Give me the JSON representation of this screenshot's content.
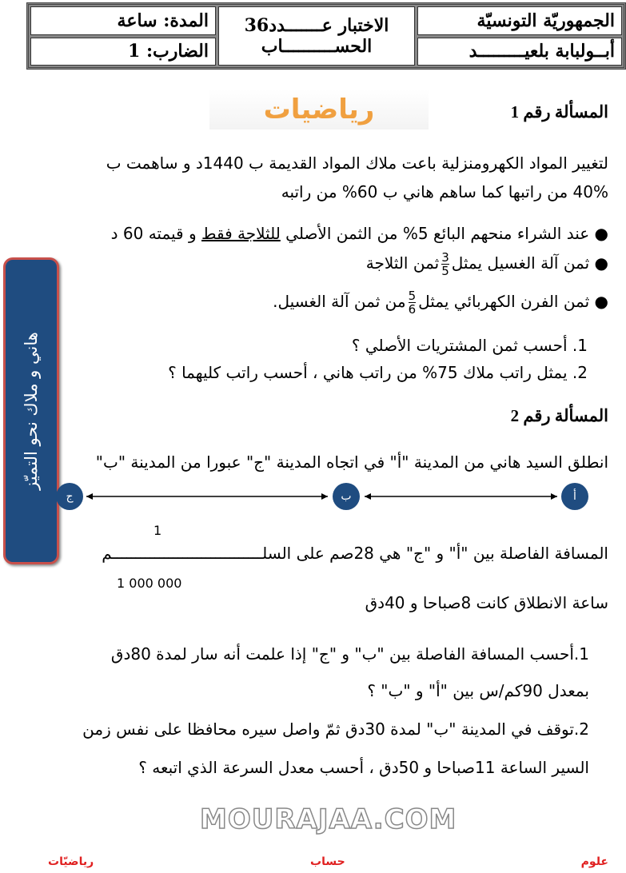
{
  "header": {
    "country": "الجمهوريّة التونسيّة",
    "school": "أبــولبابة بلعيـــــــــد",
    "exam_title": "الاختبار عـــــــدد36",
    "exam_subject": "الحســــــــــاب",
    "duration": "المدة: ساعة",
    "coefficient": "الضارب: 1"
  },
  "logo_text": "رياضيات",
  "watermark": "MOURAJAA.COM",
  "sidebar": {
    "text": "هاني و ملاك نحو التميّز"
  },
  "problem1": {
    "title": "المسألة رقم 1",
    "intro1": "لتغيير المواد الكهرومنزلية  باعت ملاك المواد القديمة  ب 1440د و ساهمت ب",
    "intro2": "40% من راتبها كما ساهم هاني ب 60% من راتبه",
    "bullet1_a": "عند الشراء منحهم البائع 5% من الثمن الأصلي ",
    "bullet1_u": "للثلاجة فقط",
    "bullet1_b": " و قيمته 60 د",
    "bullet2_a": "ثمن آلة الغسيل يمثل",
    "bullet2_num": "3",
    "bullet2_den": "5",
    "bullet2_b": "ثمن الثلاجة",
    "bullet3_a": "ثمن الفرن الكهربائي يمثل",
    "bullet3_num": "5",
    "bullet3_den": "6",
    "bullet3_b": "من ثمن آلة الغسيل.",
    "q1": "1.  أحسب ثمن المشتريات الأصلي ؟",
    "q2": "2.  يمثل راتب ملاك 75% من راتب هاني ، أحسب راتب كليهما ؟"
  },
  "problem2": {
    "title": "المسألة رقم 2",
    "intro": "انطلق السيد هاني من المدينة \"أ\" في اتجاه المدينة \"ج\" عبورا من المدينة \"ب\"",
    "points": [
      "أ",
      "ب",
      "ج"
    ],
    "distance": "المسافة الفاصلة بين \"أ\" و \"ج\" هي 28صم على السلــــــــــــــــــــــــــــــــم",
    "scale_num": "1",
    "scale_den": "1 000 000",
    "start": "ساعة الانطلاق كانت 8صباحا و 40دق",
    "q1a": "1.أحسب المسافة الفاصلة بين \"ب\" و \"ج\" إذا علمت أنه سار لمدة 80دق",
    "q1b": "بمعدل 90كم/س بين \"أ\" و \"ب\" ؟",
    "q2a": "2.توقف في المدينة \"ب\" لمدة 30دق ثمّ واصل سيره محافظا على نفس زمن",
    "q2b": "السير الساعة 11صباحا و 50دق ، أحسب معدل السرعة الذي اتبعه ؟"
  },
  "footer": {
    "right": "علوم",
    "center": "حساب",
    "left": "رياضيّات"
  }
}
